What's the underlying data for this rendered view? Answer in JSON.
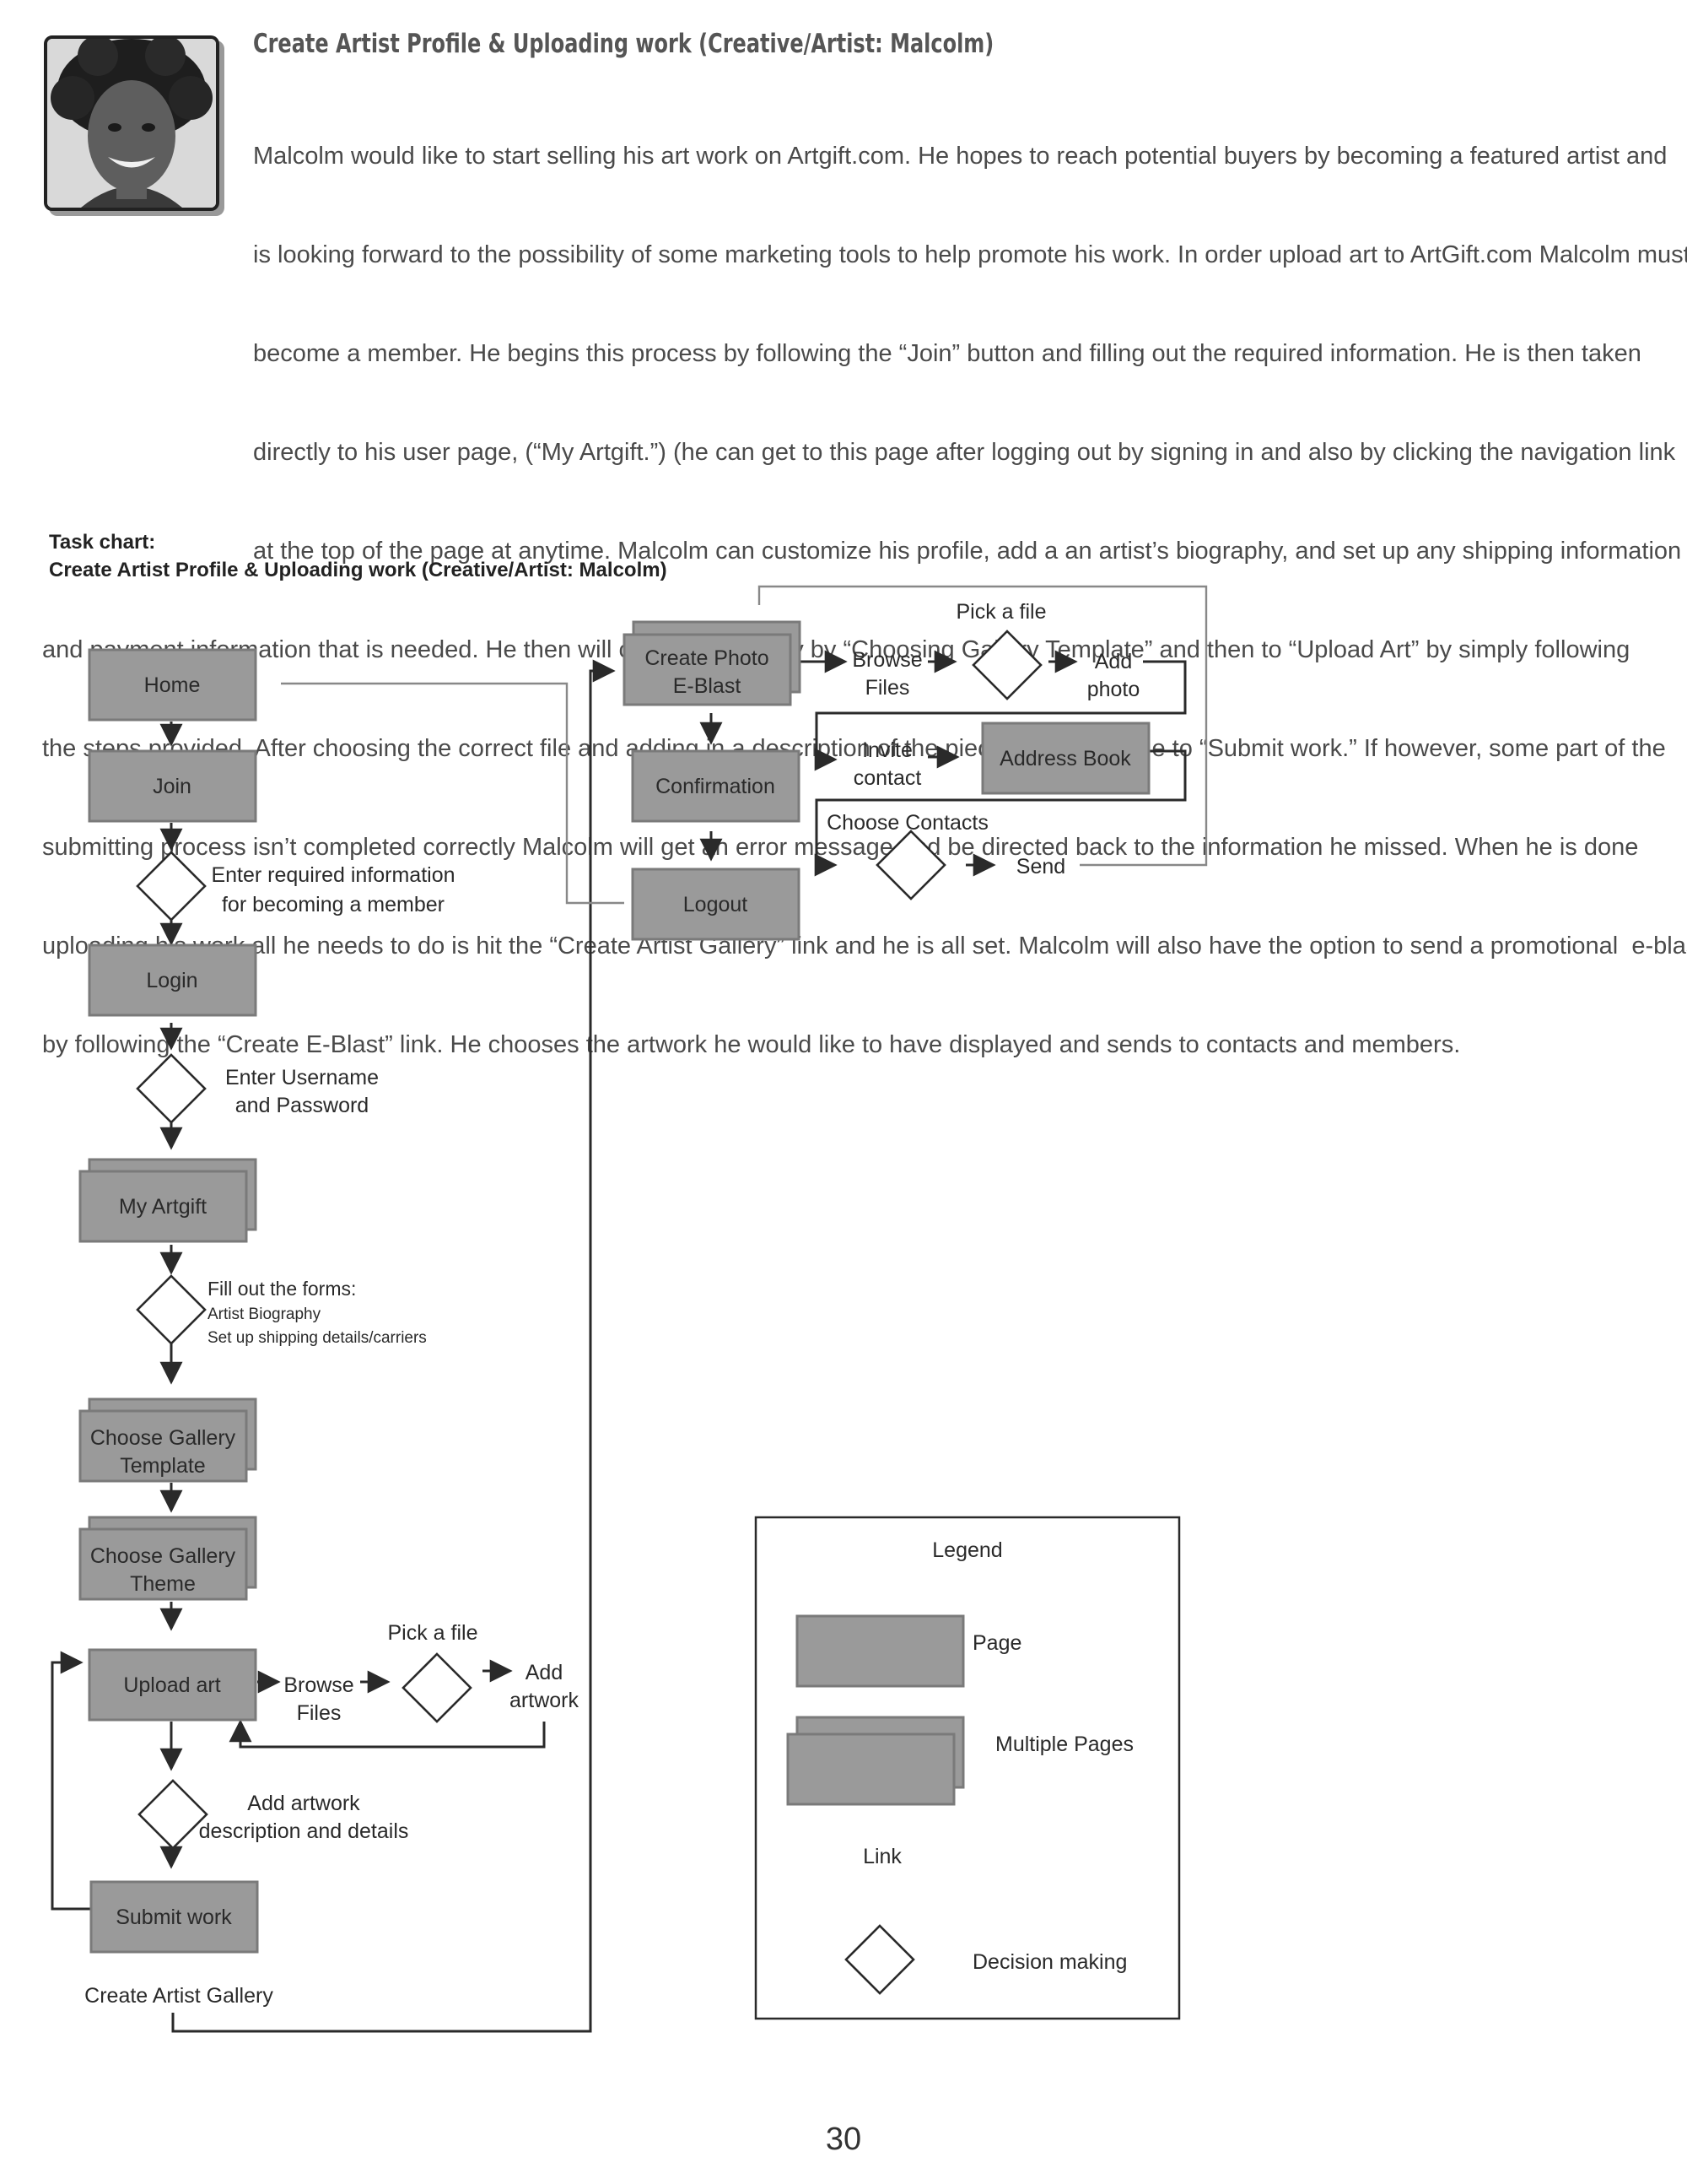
{
  "story": {
    "title": "Create Artist Profile & Uploading work (Creative/Artist: Malcolm)",
    "lines": [
      "Malcolm would like to start selling his art work on Artgift.com. He hopes to reach potential buyers by becoming a featured artist and",
      "is looking forward to the possibility of some marketing tools to help promote his work. In order upload art to ArtGift.com Malcolm must",
      "become a member. He begins this process by following the “Join” button and filling out the required information. He is then taken",
      "directly to his user page, (“My Artgift.”) (he can get to this page after logging out by signing in and also by clicking the navigation link",
      "at the top of the page at anytime. Malcolm can customize his profile, add a an artist’s biography, and set up any shipping information",
      "and payment information that is needed. He then will create his gallery by “Choosing Gallery Template” and then to “Upload Art” by simply following",
      "the steps provided. After choosing the correct file and adding in a description of the piece he will be able to “Submit work.” If however, some part of the",
      "submitting process isn’t completed correctly Malcolm will get an error message and be directed back to the information he missed. When he is done",
      "uploading his work all he needs to do is hit the “Create Artist Gallery” link and he is all set. Malcolm will also have the option to send a promotional  e-blast",
      "by following the “Create E-Blast” link. He chooses the artwork he would like to have displayed and sends to contacts and members."
    ]
  },
  "task_chart": {
    "caption_line1": "Task chart:",
    "caption_line2": "Create Artist Profile & Uploading work (Creative/Artist: Malcolm)"
  },
  "flow": {
    "home": "Home",
    "join": "Join",
    "join_decision_1": "Enter required information",
    "join_decision_2": "for becoming a member",
    "login": "Login",
    "login_decision_1": "Enter Username",
    "login_decision_2": "and Password",
    "my_artgift": "My Artgift",
    "forms_title": "Fill out the forms:",
    "forms_item_1": "Artist Biography",
    "forms_item_2": "Set up shipping details/carriers",
    "gallery_template_1": "Choose Gallery",
    "gallery_template_2": "Template",
    "gallery_theme_1": "Choose Gallery",
    "gallery_theme_2": "Theme",
    "upload_art": "Upload art",
    "browse_1": "Browse",
    "browse_2": "Files",
    "pick_file": "Pick a file",
    "add_artwork_1": "Add",
    "add_artwork_2": "artwork",
    "description_1": "Add artwork",
    "description_2": "description and details",
    "submit_work": "Submit work",
    "create_gallery": "Create Artist Gallery",
    "eblast_1": "Create Photo",
    "eblast_2": "E-Blast",
    "confirmation": "Confirmation",
    "logout": "Logout",
    "eb_browse_1": "Browse",
    "eb_browse_2": "Files",
    "eb_pick_file": "Pick a file",
    "add_photo_1": "Add",
    "add_photo_2": "photo",
    "invite_1": "Invite",
    "invite_2": "contact",
    "address_book": "Address Book",
    "choose_contacts": "Choose Contacts",
    "send": "Send"
  },
  "legend": {
    "title": "Legend",
    "page": "Page",
    "multiple_pages": "Multiple Pages",
    "link": "Link",
    "decision": "Decision making"
  },
  "page_number": "30",
  "colors": {
    "box_fill": "#9a9a9a",
    "box_stroke": "#7a7a7a",
    "line": "#333333",
    "light_line": "#888888"
  }
}
